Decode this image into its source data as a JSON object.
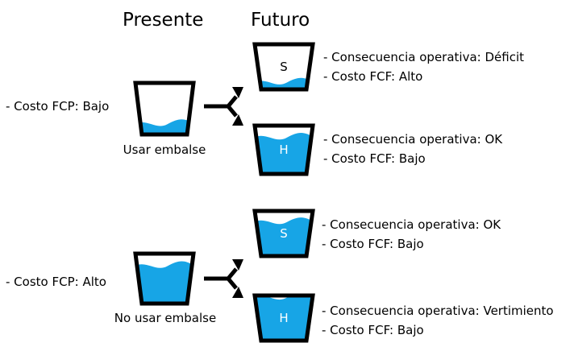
{
  "headings": {
    "presente": "Presente",
    "futuro": "Futuro"
  },
  "colors": {
    "water": "#17a5e6",
    "outline": "#000000",
    "letter_on_empty": "#000000",
    "letter_on_water": "#ffffff"
  },
  "scenario_1": {
    "present_cost": "- Costo FCP: Bajo",
    "action": "Usar embalse",
    "present_fill": 0.2,
    "future_dry": {
      "letter": "S",
      "fill": 0.15,
      "consequence": "- Consecuencia operativa: Déficit",
      "cost": "- Costo FCF: Alto"
    },
    "future_wet": {
      "letter": "H",
      "fill": 0.75,
      "consequence": "- Consecuencia operativa: OK",
      "cost": "- Costo FCF: Bajo"
    }
  },
  "scenario_2": {
    "present_cost": "- Costo FCP: Alto",
    "action": "No usar embalse",
    "present_fill": 0.75,
    "future_dry": {
      "letter": "S",
      "fill": 0.75,
      "consequence": "- Consecuencia operativa: OK",
      "cost": "- Costo FCF: Bajo"
    },
    "future_wet": {
      "letter": "H",
      "fill": 0.95,
      "consequence": "- Consecuencia operativa: Vertimiento",
      "cost": "- Costo FCF: Bajo"
    }
  }
}
